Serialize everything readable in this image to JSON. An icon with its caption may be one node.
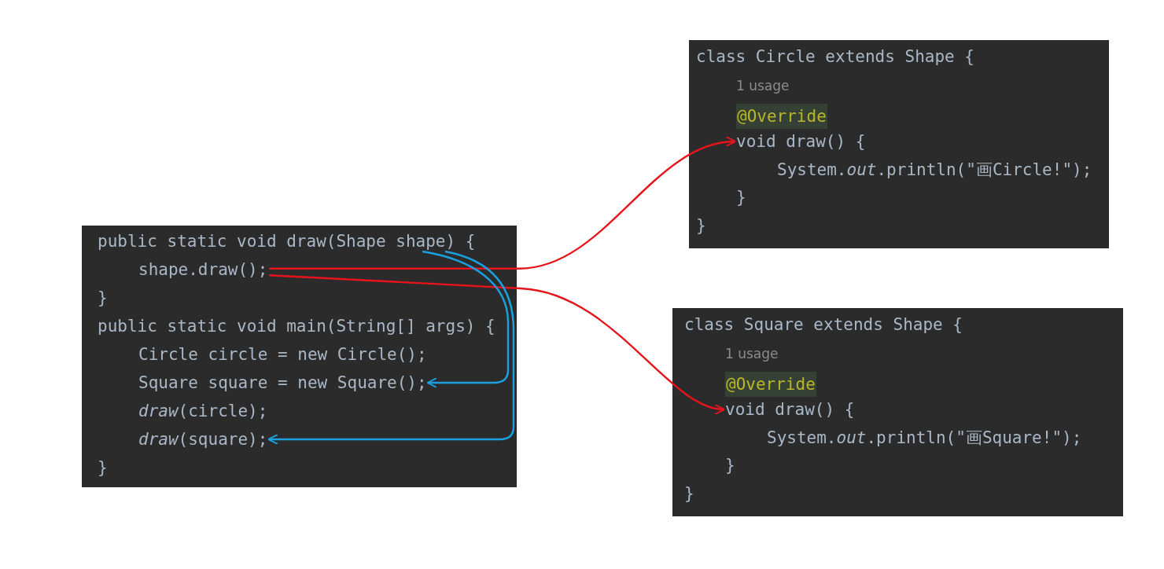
{
  "diagram": {
    "nodes": [
      {
        "text": [],
        "shape": "box"
      },
      {
        "text": [
          "public static void draw(Shape shape) {"
        ],
        "in": 0
      },
      {
        "text": [
          "shape.draw();"
        ],
        "in": 0
      },
      {
        "text": [
          "}"
        ],
        "in": 0
      },
      {
        "text": [
          "public static void main(String[] args) {"
        ],
        "in": 0
      },
      {
        "text": [
          "Circle circle = new Circle();"
        ],
        "in": 0
      },
      {
        "text": [
          "Square square = new Square();"
        ],
        "in": 0
      },
      {
        "text": [
          "*draw*(circle);"
        ],
        "in": 0
      },
      {
        "text": [
          "*draw*(square);"
        ],
        "in": 0
      },
      {
        "text": [
          "}"
        ],
        "in": 0
      },
      {
        "text": [],
        "shape": "box"
      },
      {
        "text": [
          "class Circle extends Shape {"
        ],
        "in": 10
      },
      {
        "text": [
          "1 usage"
        ],
        "in": 10
      },
      {
        "text": [
          "@Override"
        ],
        "in": 10
      },
      {
        "text": [
          "void draw() {"
        ],
        "in": 10
      },
      {
        "text": [
          "System.*out*.println(\"画Circle!\");"
        ],
        "in": 10
      },
      {
        "text": [
          "}"
        ],
        "in": 10
      },
      {
        "text": [
          "}"
        ],
        "in": 10
      },
      {
        "text": [],
        "shape": "box"
      },
      {
        "text": [
          "class Square extends Shape {"
        ],
        "in": 18
      },
      {
        "text": [
          "1 usage"
        ],
        "in": 18
      },
      {
        "text": [
          "@Override"
        ],
        "in": 18
      },
      {
        "text": [
          "void draw() {"
        ],
        "in": 18
      },
      {
        "text": [
          "System.*out*.println(\"画Square!\");"
        ],
        "in": 18
      },
      {
        "text": [
          "}"
        ],
        "in": 18
      },
      {
        "text": [
          "}"
        ],
        "in": 18
      }
    ],
    "edges": [
      {
        "from": 2,
        "to": 14,
        "arrow": "to",
        "color": "#e8141c"
      },
      {
        "from": 2,
        "to": 22,
        "arrow": "to",
        "color": "#e8141c"
      },
      {
        "from": 1,
        "to": 6,
        "arrow": "to",
        "color": "#1ba1e2"
      },
      {
        "from": 1,
        "to": 8,
        "arrow": "to",
        "color": "#1ba1e2"
      }
    ]
  }
}
